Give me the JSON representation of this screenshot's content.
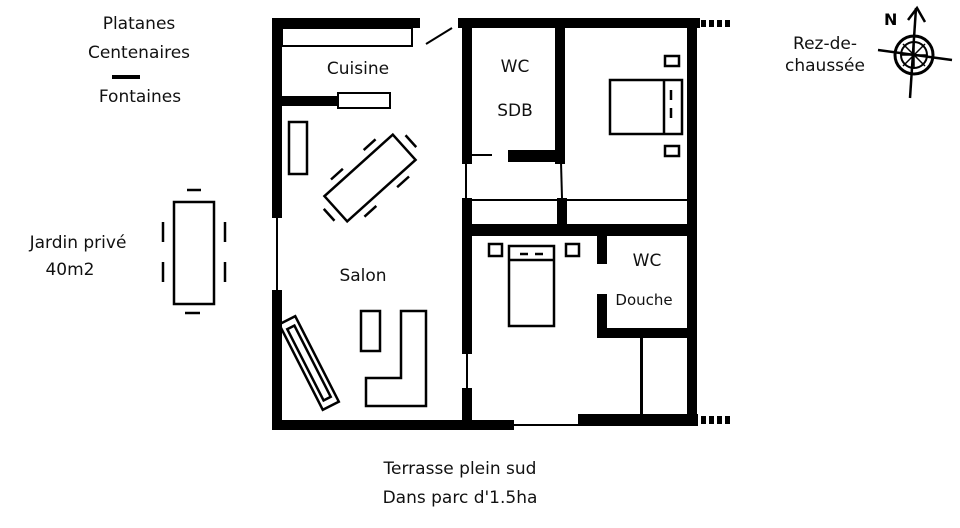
{
  "title": "Rez-de-chaussée",
  "compass": {
    "north_label": "N",
    "icon": "compass-rose-icon"
  },
  "outside": {
    "north_note": {
      "line1": "Platanes",
      "line2": "Centenaires",
      "line3": "Fontaines"
    },
    "garden": {
      "line1": "Jardin privé",
      "line2": "40m2"
    },
    "south_note": {
      "line1": "Terrasse plein sud",
      "line2": "Dans parc d'1.5ha"
    }
  },
  "rooms": {
    "kitchen": "Cuisine",
    "living": "Salon",
    "bath1": {
      "line1": "WC",
      "line2": "SDB"
    },
    "bath2": {
      "line1": "WC",
      "line2": "Douche"
    }
  },
  "colors": {
    "wall": "#000000",
    "background": "#ffffff"
  }
}
